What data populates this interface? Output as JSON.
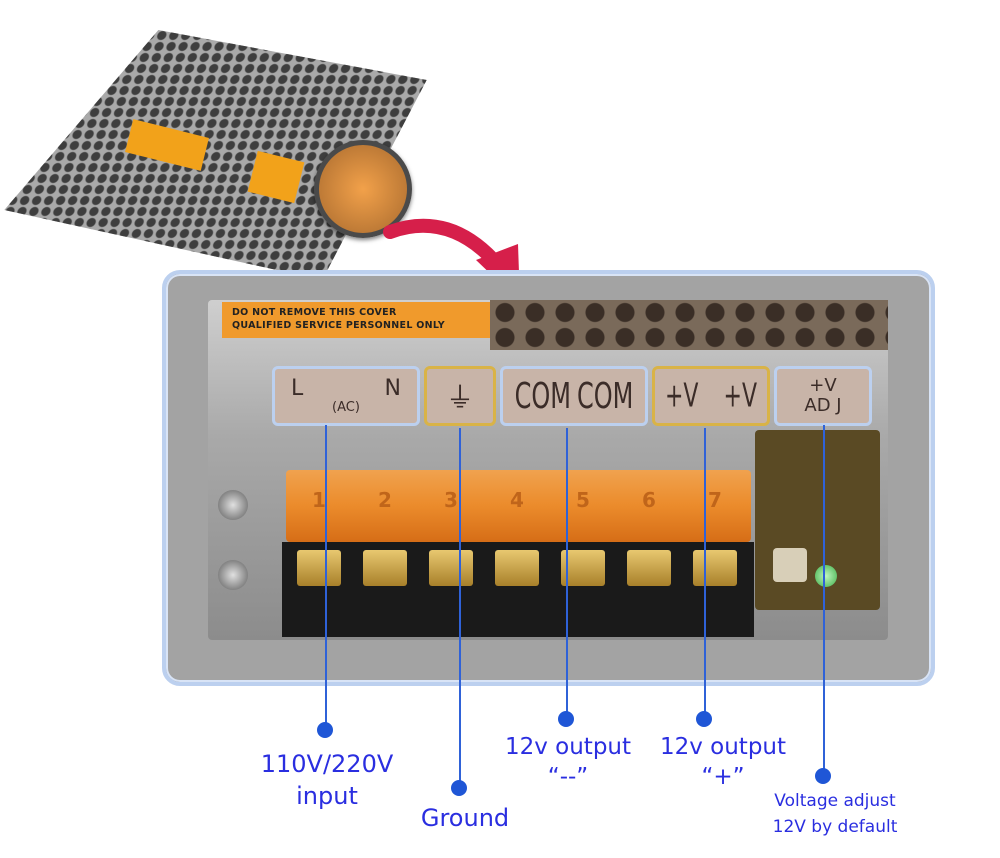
{
  "panel": {
    "warning_line1": "DO NOT REMOVE THIS COVER",
    "warning_line2": "QUALIFIED SERVICE PERSONNEL ONLY"
  },
  "plates": {
    "l": "L",
    "n": "N",
    "ac": "(AC)",
    "ground_symbol": "⏚",
    "com1": "COM",
    "com2": "COM",
    "v1": "+V",
    "v2": "+V",
    "adj_line1": "+V",
    "adj_line2": "AD J"
  },
  "terminals": [
    "1",
    "2",
    "3",
    "4",
    "5",
    "6",
    "7"
  ],
  "labels": {
    "input_line1": "110V/220V",
    "input_line2": "input",
    "ground": "Ground",
    "neg_line1": "12v output",
    "neg_line2": "“--”",
    "pos_line1": "12v output",
    "pos_line2": "“+”",
    "adjust_line1": "Voltage adjust",
    "adjust_line2": "12V by default"
  },
  "colors": {
    "label": "#2a2ee0",
    "leader": "#2f62d8",
    "terminal_orange": "#ef8a25",
    "frame_border": "#bcd0ef",
    "arrow": "#d61f4a"
  }
}
